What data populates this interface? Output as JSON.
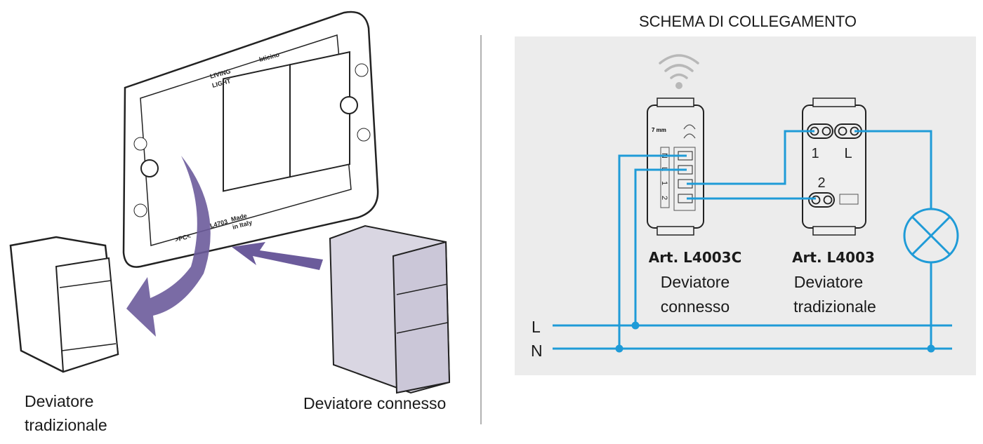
{
  "left": {
    "caption_traditional": [
      "Deviatore",
      "tradizionale"
    ],
    "caption_connected": "Deviatore connesso",
    "frame_markings": {
      "brand": "bticino",
      "line": [
        "LIVING",
        "LIGHT"
      ],
      "code": "L4703",
      "origin": [
        "Made",
        "in Italy"
      ],
      "material": ">PC<"
    }
  },
  "right": {
    "title": "SCHEMA DI COLLEGAMENTO",
    "device_connected": {
      "article": "Art. L4003C",
      "name": [
        "Deviatore",
        "connesso"
      ],
      "strip_label": "7 mm",
      "terminals": [
        "N",
        "L",
        "1",
        "2"
      ]
    },
    "device_traditional": {
      "article": "Art. L4003",
      "name": [
        "Deviatore",
        "tradizionale"
      ],
      "terminals": [
        "1",
        "L",
        "2"
      ]
    },
    "line_labels": [
      "L",
      "N"
    ]
  },
  "colors": {
    "wire": "#1f9bd7",
    "panel": "#ececec",
    "arrow": "#6b5b9b",
    "device_body": "#d9d6e2"
  },
  "icons": [
    "wifi-icon",
    "lamp-icon",
    "curved-arrow-icon",
    "insert-arrow-icon"
  ]
}
